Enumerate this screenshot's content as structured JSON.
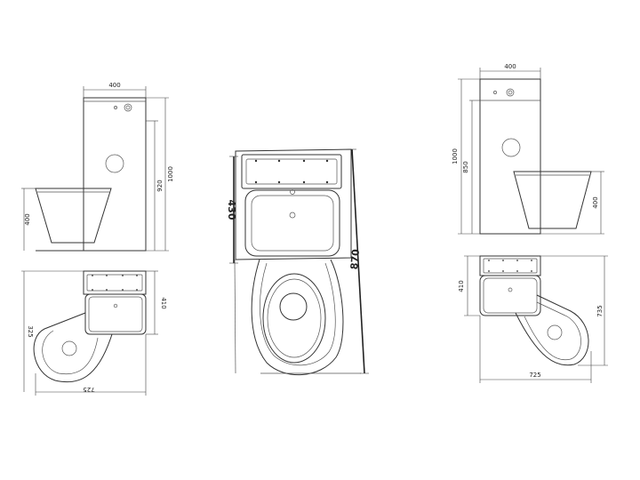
{
  "colors": {
    "line": "#333333",
    "background": "#ffffff"
  },
  "dimensions": {
    "left_top_width": "400",
    "left_height_total": "1000",
    "left_height_inner": "920",
    "left_bowl_height": "400",
    "left_plan_depth": "410",
    "left_plan_side": "325",
    "left_plan_width": "725",
    "center_tank_depth": "430",
    "center_total_length": "870",
    "right_top_width": "400",
    "right_height_total": "1000",
    "right_height_inner": "850",
    "right_bowl_height": "400",
    "right_plan_depth": "410",
    "right_plan_side": "735",
    "right_plan_width": "725"
  }
}
